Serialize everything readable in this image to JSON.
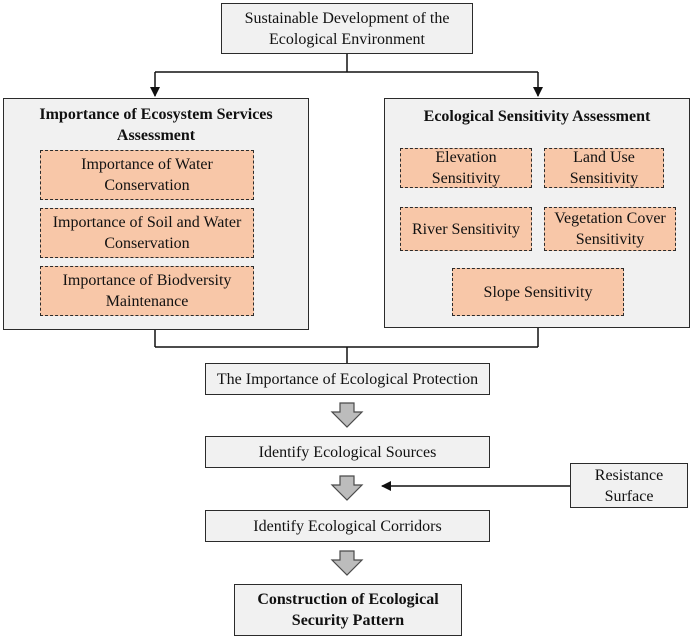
{
  "top_box": "Sustainable Development of the Ecological Environment",
  "left_panel": {
    "title": "Importance of Ecosystem Services Assessment",
    "items": [
      "Importance of Water Conservation",
      "Importance of Soil and Water Conservation",
      "Importance of Biodversity Maintenance"
    ]
  },
  "right_panel": {
    "title": "Ecological Sensitivity Assessment",
    "items": [
      "Elevation Sensitivity",
      "Land Use Sensitivity",
      "River Sensitivity",
      "Vegetation Cover Sensitivity",
      "Slope Sensitivity"
    ]
  },
  "flow": {
    "importance": "The Importance of Ecological Protection",
    "sources": "Identify Ecological Sources",
    "corridors": "Identify Ecological Corridors",
    "resistance": "Resistance Surface",
    "final": "Construction of Ecological Security Pattern"
  },
  "colors": {
    "box_fill": "#f1f1f1",
    "highlight_fill": "#f8c7a8",
    "arrow_fill": "#bcbcbc",
    "line": "#2b2b2b"
  }
}
